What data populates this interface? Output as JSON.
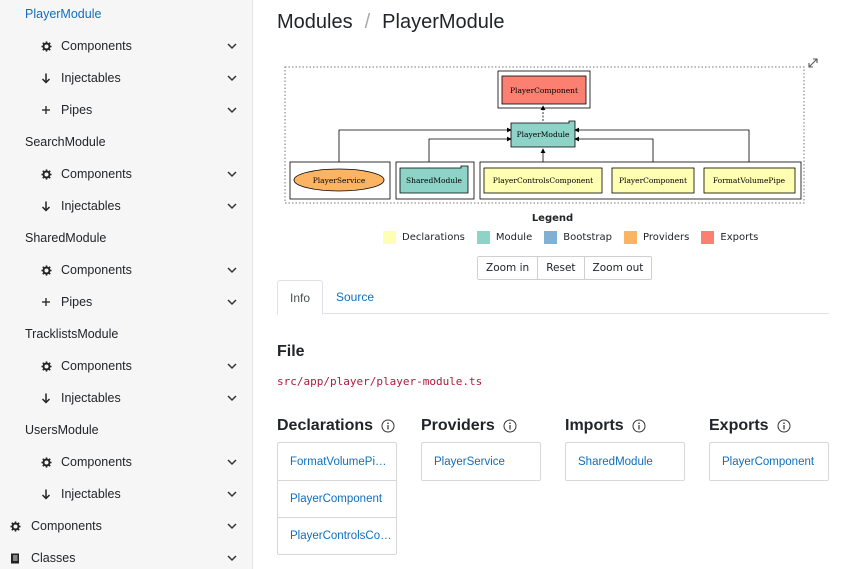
{
  "sidebar": {
    "items": [
      {
        "label": "PlayerModule",
        "icon": "none"
      },
      {
        "label": "Components",
        "icon": "cog-icon"
      },
      {
        "label": "Injectables",
        "icon": "arrow-down-icon"
      },
      {
        "label": "Pipes",
        "icon": "plus-icon"
      },
      {
        "label": "SearchModule",
        "icon": "none"
      },
      {
        "label": "Components",
        "icon": "cog-icon"
      },
      {
        "label": "Injectables",
        "icon": "arrow-down-icon"
      },
      {
        "label": "SharedModule",
        "icon": "none"
      },
      {
        "label": "Components",
        "icon": "cog-icon"
      },
      {
        "label": "Pipes",
        "icon": "plus-icon"
      },
      {
        "label": "TracklistsModule",
        "icon": "none"
      },
      {
        "label": "Components",
        "icon": "cog-icon"
      },
      {
        "label": "Injectables",
        "icon": "arrow-down-icon"
      },
      {
        "label": "UsersModule",
        "icon": "none"
      },
      {
        "label": "Components",
        "icon": "cog-icon"
      },
      {
        "label": "Injectables",
        "icon": "arrow-down-icon"
      },
      {
        "label": "Components",
        "icon": "cog-icon"
      },
      {
        "label": "Classes",
        "icon": "book-icon"
      }
    ]
  },
  "breadcrumb": {
    "root": "Modules",
    "separator": "/",
    "current": "PlayerModule"
  },
  "graph": {
    "nodes": {
      "exports_component": "PlayerComponent",
      "module": "PlayerModule",
      "provider": "PlayerService",
      "import": "SharedModule",
      "decl1": "PlayerControlsComponent",
      "decl2": "PlayerComponent",
      "decl3": "FormatVolumePipe"
    }
  },
  "legend": {
    "title": "Legend",
    "items": [
      {
        "label": "Declarations",
        "color": "#ffffb3"
      },
      {
        "label": "Module",
        "color": "#8dd3c7"
      },
      {
        "label": "Bootstrap",
        "color": "#80b1d3"
      },
      {
        "label": "Providers",
        "color": "#fdb462"
      },
      {
        "label": "Exports",
        "color": "#fb8072"
      }
    ]
  },
  "zoom": {
    "in": "Zoom in",
    "reset": "Reset",
    "out": "Zoom out"
  },
  "tabs": {
    "info": "Info",
    "source": "Source"
  },
  "file": {
    "title": "File",
    "path": "src/app/player/player-module.ts"
  },
  "sections": {
    "declarations": {
      "title": "Declarations",
      "items": [
        "FormatVolumePi…",
        "PlayerComponent",
        "PlayerControlsCo…"
      ]
    },
    "providers": {
      "title": "Providers",
      "items": [
        "PlayerService"
      ]
    },
    "imports": {
      "title": "Imports",
      "items": [
        "SharedModule"
      ]
    },
    "exports": {
      "title": "Exports",
      "items": [
        "PlayerComponent"
      ]
    }
  },
  "colors": {
    "accent": "#0f6fbf",
    "code": "#b1193c"
  }
}
